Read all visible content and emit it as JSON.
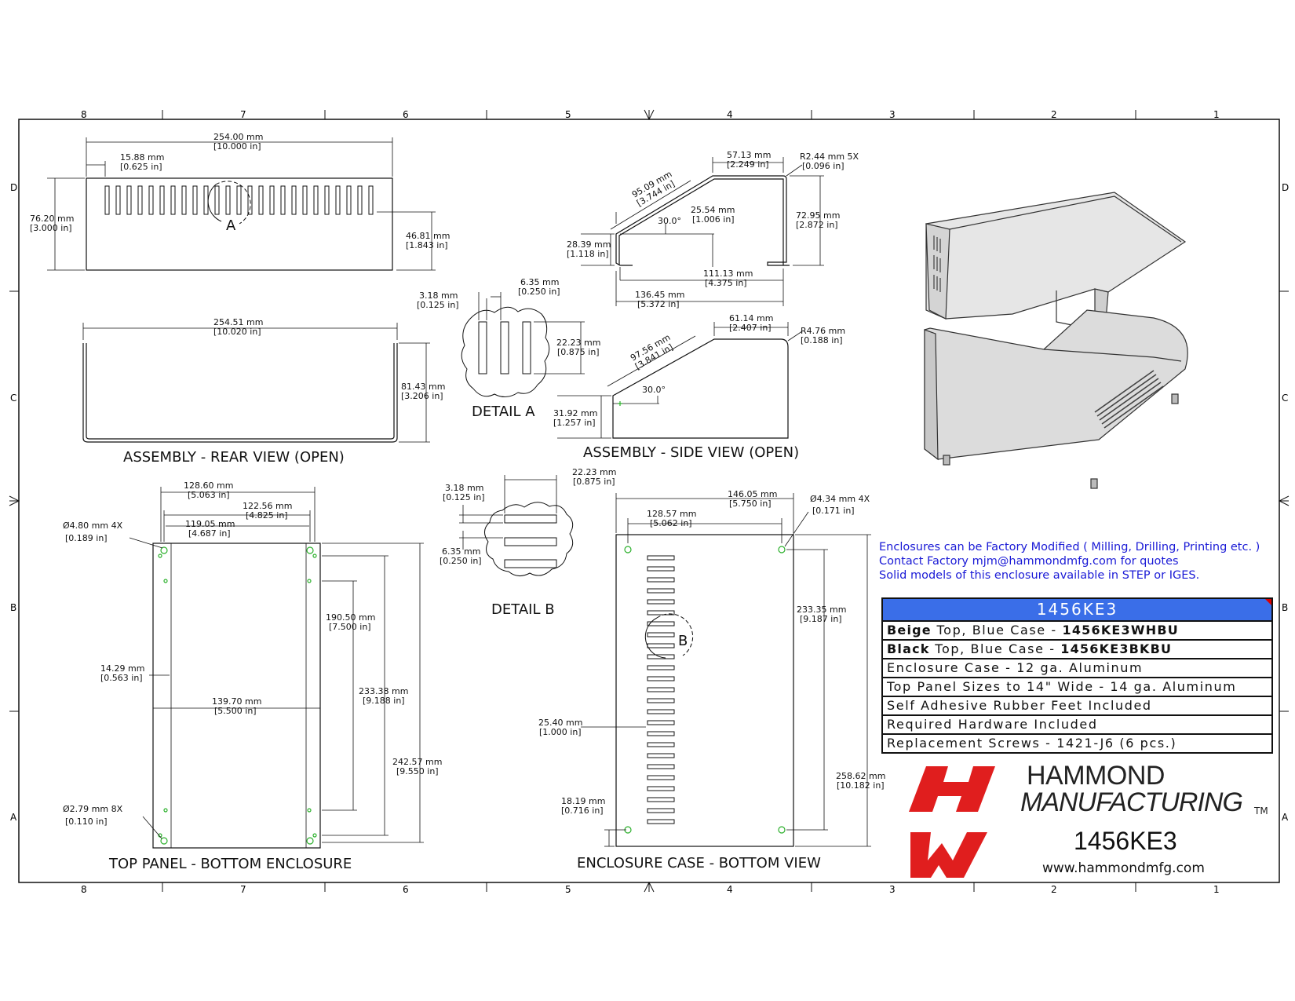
{
  "border": {
    "columns": [
      "8",
      "7",
      "6",
      "5",
      "4",
      "3",
      "2",
      "1"
    ],
    "rows": [
      "D",
      "C",
      "B",
      "A"
    ]
  },
  "views": {
    "rear": {
      "title": "ASSEMBLY - REAR VIEW (OPEN)",
      "dims": [
        [
          "254.00 mm",
          "[10.000 in]"
        ],
        [
          "15.88 mm",
          "[0.625 in]"
        ],
        [
          "76.20 mm",
          "[3.000 in]"
        ],
        [
          "46.81 mm",
          "[1.843 in]"
        ],
        [
          "254.51 mm",
          "[10.020 in]"
        ],
        [
          "81.43 mm",
          "[3.206 in]"
        ]
      ],
      "detail_label": "A"
    },
    "detail_a": {
      "title": "DETAIL  A",
      "dims": [
        [
          "6.35 mm",
          "[0.250 in]"
        ],
        [
          "3.18 mm",
          "[0.125 in]"
        ],
        [
          "22.23 mm",
          "[0.875 in]"
        ]
      ]
    },
    "side": {
      "title": "ASSEMBLY - SIDE VIEW (OPEN)",
      "dims": [
        [
          "95.09 mm",
          "[3.744 in]"
        ],
        [
          "57.13 mm",
          "[2.249 in]"
        ],
        [
          "R2.44 mm 5X",
          "[0.096 in]"
        ],
        [
          "25.54 mm",
          "[1.006 in]"
        ],
        [
          "72.95 mm",
          "[2.872 in]"
        ],
        [
          "28.39 mm",
          "[1.118 in]"
        ],
        [
          "111.13 mm",
          "[4.375 in]"
        ],
        [
          "136.45 mm",
          "[5.372 in]"
        ],
        [
          "97.56 mm",
          "[3.841 in]"
        ],
        [
          "61.14 mm",
          "[2.407 in]"
        ],
        [
          "R4.76 mm",
          "[0.188 in]"
        ],
        [
          "31.92 mm",
          "[1.257 in]"
        ]
      ],
      "angles": [
        "30.0°",
        "30.0°"
      ]
    },
    "top_panel": {
      "title": "TOP PANEL - BOTTOM ENCLOSURE",
      "dims": [
        [
          "128.60 mm",
          "[5.063 in]"
        ],
        [
          "122.56 mm",
          "[4.825 in]"
        ],
        [
          "119.05 mm",
          "[4.687 in]"
        ],
        [
          "Ø4.80 mm 4X",
          "[0.189 in]"
        ],
        [
          "190.50 mm",
          "[7.500 in]"
        ],
        [
          "14.29 mm",
          "[0.563 in]"
        ],
        [
          "139.70 mm",
          "[5.500 in]"
        ],
        [
          "233.38 mm",
          "[9.188 in]"
        ],
        [
          "242.57 mm",
          "[9.550 in]"
        ],
        [
          "Ø2.79 mm 8X",
          "[0.110 in]"
        ]
      ]
    },
    "detail_b": {
      "title": "DETAIL  B",
      "dims": [
        [
          "22.23 mm",
          "[0.875 in]"
        ],
        [
          "3.18 mm",
          "[0.125 in]"
        ],
        [
          "6.35 mm",
          "[0.250 in]"
        ]
      ]
    },
    "bottom": {
      "title": "ENCLOSURE CASE - BOTTOM VIEW",
      "dims": [
        [
          "146.05 mm",
          "[5.750 in]"
        ],
        [
          "Ø4.34 mm 4X",
          "[0.171 in]"
        ],
        [
          "128.57 mm",
          "[5.062 in]"
        ],
        [
          "233.35 mm",
          "[9.187 in]"
        ],
        [
          "25.40 mm",
          "[1.000 in]"
        ],
        [
          "258.62 mm",
          "[10.182 in]"
        ],
        [
          "18.19 mm",
          "[0.716 in]"
        ]
      ],
      "detail_label": "B"
    }
  },
  "notes": [
    "Enclosures can be Factory Modified ( Milling, Drilling, Printing etc. )",
    "Contact Factory mjm@hammondmfg.com for quotes",
    "Solid models of this enclosure available in STEP or IGES."
  ],
  "spec_table": {
    "header": "1456KE3",
    "row1": {
      "color": "Beige",
      "mid": " Top, Blue Case - ",
      "part": "1456KE3WHBU"
    },
    "row2": {
      "color": "Black",
      "mid": " Top, Blue Case - ",
      "part": "1456KE3BKBU"
    },
    "rows": [
      "Enclosure Case - 12 ga. Aluminum",
      "Top Panel Sizes to 14\" Wide - 14 ga. Aluminum",
      "Self Adhesive Rubber Feet Included",
      "Required Hardware Included",
      "Replacement Screws - 1421-J6 (6 pcs.)"
    ],
    "header_color": "#3a6ee8"
  },
  "brand": {
    "line1": "HAMMOND",
    "line2": "MANUFACTURING",
    "tm": "TM",
    "part": "1456KE3",
    "url": "www.hammondmfg.com",
    "logo_color": "#e01e1e"
  }
}
